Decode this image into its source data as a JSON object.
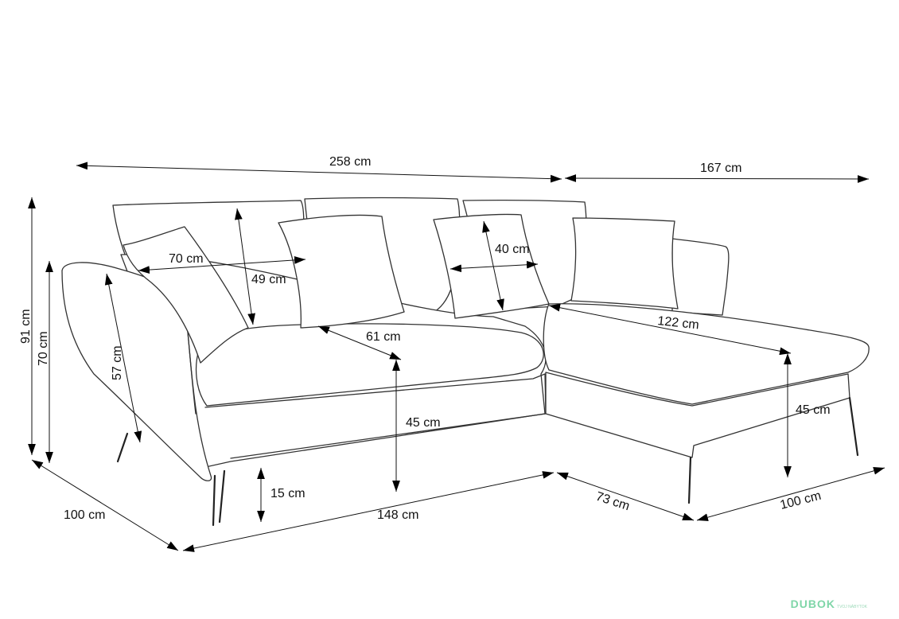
{
  "dimensions": {
    "total_length": "258 cm",
    "chaise_length": "167 cm",
    "total_height": "91 cm",
    "back_height": "70 cm",
    "depth_left": "100 cm",
    "seat_front_length": "148 cm",
    "chaise_side": "73 cm",
    "chaise_width": "100 cm",
    "leg_height": "15 cm",
    "seat_height": "45 cm",
    "chaise_seat_height": "45 cm",
    "seat_depth": "61 cm",
    "chaise_seat_length": "122 cm",
    "arm_height": "57 cm",
    "large_pillow_width": "70 cm",
    "large_pillow_height": "49 cm",
    "small_pillow_width": "40 cm"
  },
  "watermark": {
    "brand": "DUBOK",
    "tagline": "TVOJ NÁBYTOK"
  }
}
